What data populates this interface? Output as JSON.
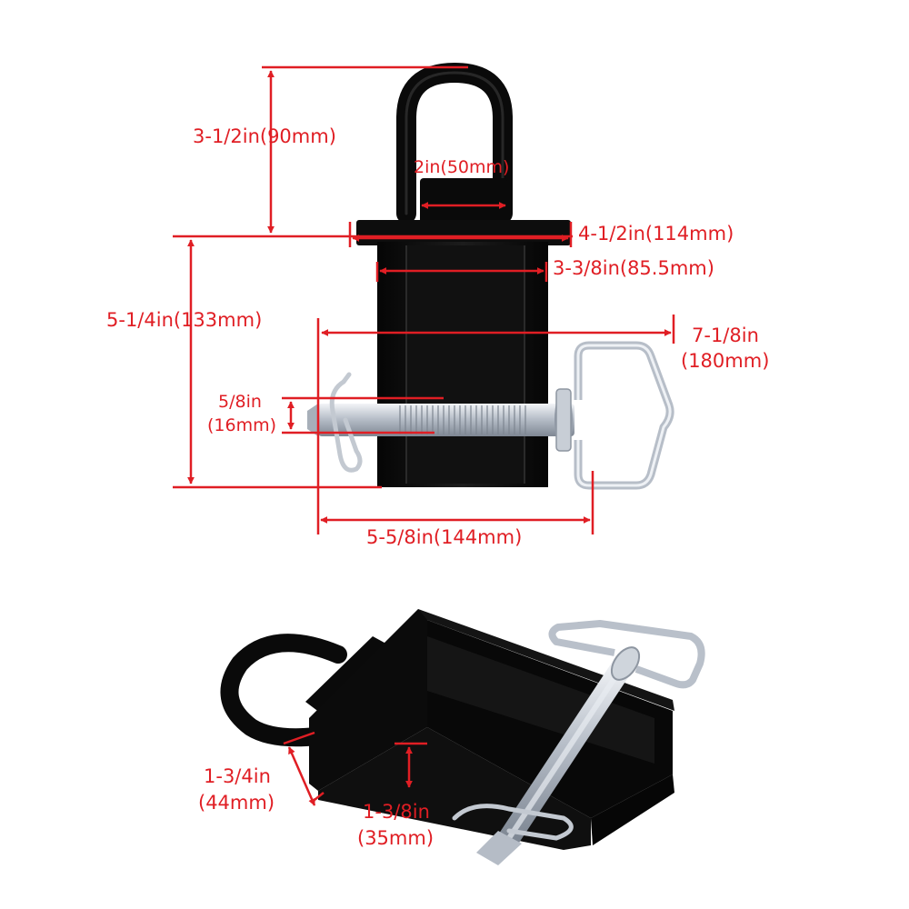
{
  "colors": {
    "dimension": "#e01e24",
    "steel": "#0b0b0b",
    "chrome": "#c9ced6",
    "background": "#ffffff"
  },
  "labels": {
    "ring_height": "3-1/2in(90mm)",
    "ring_width": "2in(50mm)",
    "flange_width": "4-1/2in(114mm)",
    "inner_width": "3-3/8in(85.5mm)",
    "body_height": "5-1/4in(133mm)",
    "pin_length_line1": "7-1/8in",
    "pin_length_line2": "(180mm)",
    "pin_dia_line1": "5/8in",
    "pin_dia_line2": "(16mm)",
    "overall_width": "5-5/8in(144mm)",
    "receiver_width_line1": "1-3/4in",
    "receiver_width_line2": "(44mm)",
    "receiver_height_line1": "1-3/8in",
    "receiver_height_line2": "(35mm)"
  }
}
